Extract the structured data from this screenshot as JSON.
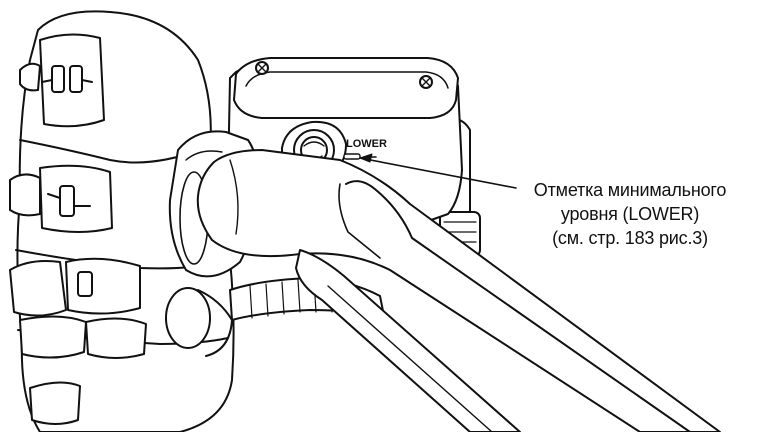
{
  "diagram": {
    "reservoir_marking": "LOWER",
    "callout": {
      "line1": "Отметка минимального",
      "line2": "уровня (LOWER)",
      "line3": "(см. стр. 183 рис.3)"
    }
  },
  "colors": {
    "ink": "#111111",
    "background": "#ffffff"
  }
}
